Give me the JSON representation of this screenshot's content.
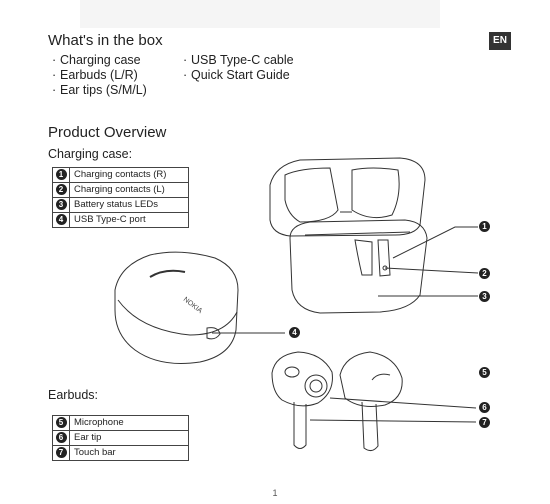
{
  "header": {
    "lang_badge": "EN"
  },
  "box": {
    "title": "What's in the box",
    "col1": [
      "Charging case",
      "Earbuds (L/R)",
      "Ear tips (S/M/L)"
    ],
    "col2": [
      "USB Type-C cable",
      "Quick Start Guide"
    ]
  },
  "overview": {
    "title": "Product Overview",
    "case_subtitle": "Charging case:",
    "case_parts": [
      {
        "num": "1",
        "label": "Charging contacts (R)"
      },
      {
        "num": "2",
        "label": "Charging contacts (L)"
      },
      {
        "num": "3",
        "label": "Battery status LEDs"
      },
      {
        "num": "4",
        "label": "USB Type-C port"
      }
    ],
    "earbuds_subtitle": "Earbuds:",
    "earbud_parts": [
      {
        "num": "5",
        "label": "Microphone"
      },
      {
        "num": "6",
        "label": "Ear tip"
      },
      {
        "num": "7",
        "label": "Touch bar"
      }
    ],
    "case_brand": "NOKIA"
  },
  "footer": {
    "page_number": "1"
  }
}
